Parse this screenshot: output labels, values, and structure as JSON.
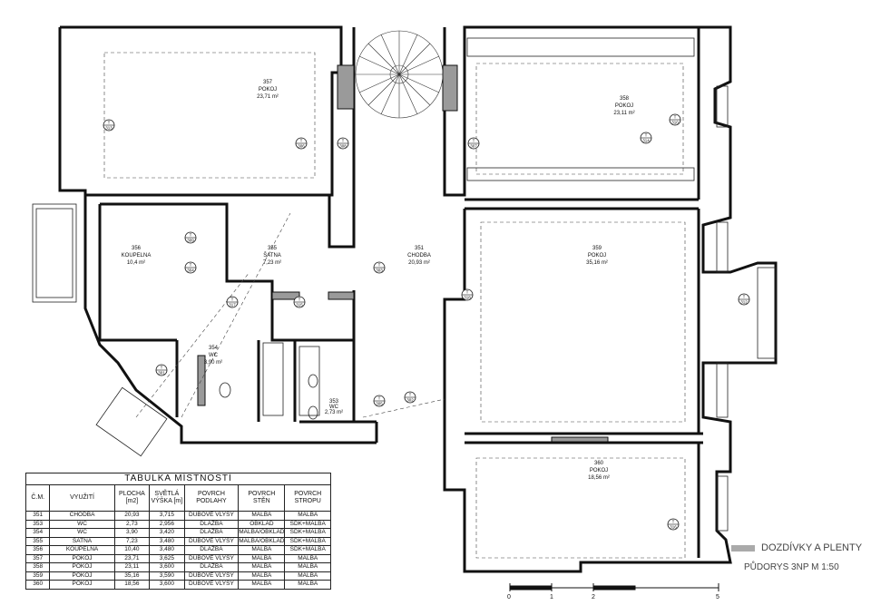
{
  "rooms": [
    {
      "id": "351",
      "name": "CHODBA",
      "area": "20,93 m²"
    },
    {
      "id": "353",
      "name": "WC",
      "area": "2,73 m²"
    },
    {
      "id": "354",
      "name": "WC",
      "area": "3,90 m²"
    },
    {
      "id": "355",
      "name": "ŠATNA",
      "area": "7,23 m²"
    },
    {
      "id": "356",
      "name": "KOUPELNA",
      "area": "10,4 m²"
    },
    {
      "id": "357",
      "name": "POKOJ",
      "area": "23,71 m²"
    },
    {
      "id": "358",
      "name": "POKOJ",
      "area": "23,11 m²"
    },
    {
      "id": "359",
      "name": "POKOJ",
      "area": "35,16 m²"
    },
    {
      "id": "360",
      "name": "POKOJ",
      "area": "18,56 m²"
    }
  ],
  "markers": [
    "313",
    "306",
    "308",
    "307",
    "314",
    "310",
    "309",
    "304",
    "303",
    "318",
    "317",
    "315",
    "312",
    "301",
    "302",
    "305",
    "316"
  ],
  "table": {
    "title": "TABULKA MÍSTNOSTÍ",
    "headers": [
      "Č.M.",
      "VYUŽITÍ",
      "PLOCHA [m2]",
      "SVĚTLÁ VÝŠKA [m]",
      "POVRCH PODLAHY",
      "POVRCH STĚN",
      "POVRCH STROPU"
    ],
    "rows": [
      [
        "351",
        "CHODBA",
        "20,93",
        "3,715",
        "DUBOVÉ VLYSY",
        "MALBA",
        "MALBA"
      ],
      [
        "353",
        "WC",
        "2,73",
        "2,956",
        "DLAŽBA",
        "OBKLAD",
        "SDK+MALBA"
      ],
      [
        "354",
        "WC",
        "3,90",
        "3,420",
        "DLAŽBA",
        "MALBA/OBKLAD",
        "SDK+MALBA"
      ],
      [
        "355",
        "ŠATNA",
        "7,23",
        "3,480",
        "DUBOVÉ VLYSY",
        "MALBA/OBKLAD",
        "SDK+MALBA"
      ],
      [
        "356",
        "KOUPELNA",
        "10,40",
        "3,480",
        "DLAŽBA",
        "MALBA",
        "SDK+MALBA"
      ],
      [
        "357",
        "POKOJ",
        "23,71",
        "3,625",
        "DUBOVÉ VLYSY",
        "MALBA",
        "MALBA"
      ],
      [
        "358",
        "POKOJ",
        "23,11",
        "3,600",
        "DLAŽBA",
        "MALBA",
        "MALBA"
      ],
      [
        "359",
        "POKOJ",
        "35,16",
        "3,590",
        "DUBOVÉ VLYSY",
        "MALBA",
        "MALBA"
      ],
      [
        "360",
        "POKOJ",
        "18,56",
        "3,600",
        "DUBOVÉ VLYSY",
        "MALBA",
        "MALBA"
      ]
    ]
  },
  "legend": {
    "label": "DOZDÍVKY A PLENTY",
    "color": "#aaaaaa"
  },
  "floor_label": "PŮDORYS   3NP  M 1:50",
  "scale": {
    "ticks": [
      "0",
      "1",
      "2",
      "5"
    ]
  },
  "colors": {
    "wall": "#111111",
    "fill": "#9a9a9a"
  }
}
